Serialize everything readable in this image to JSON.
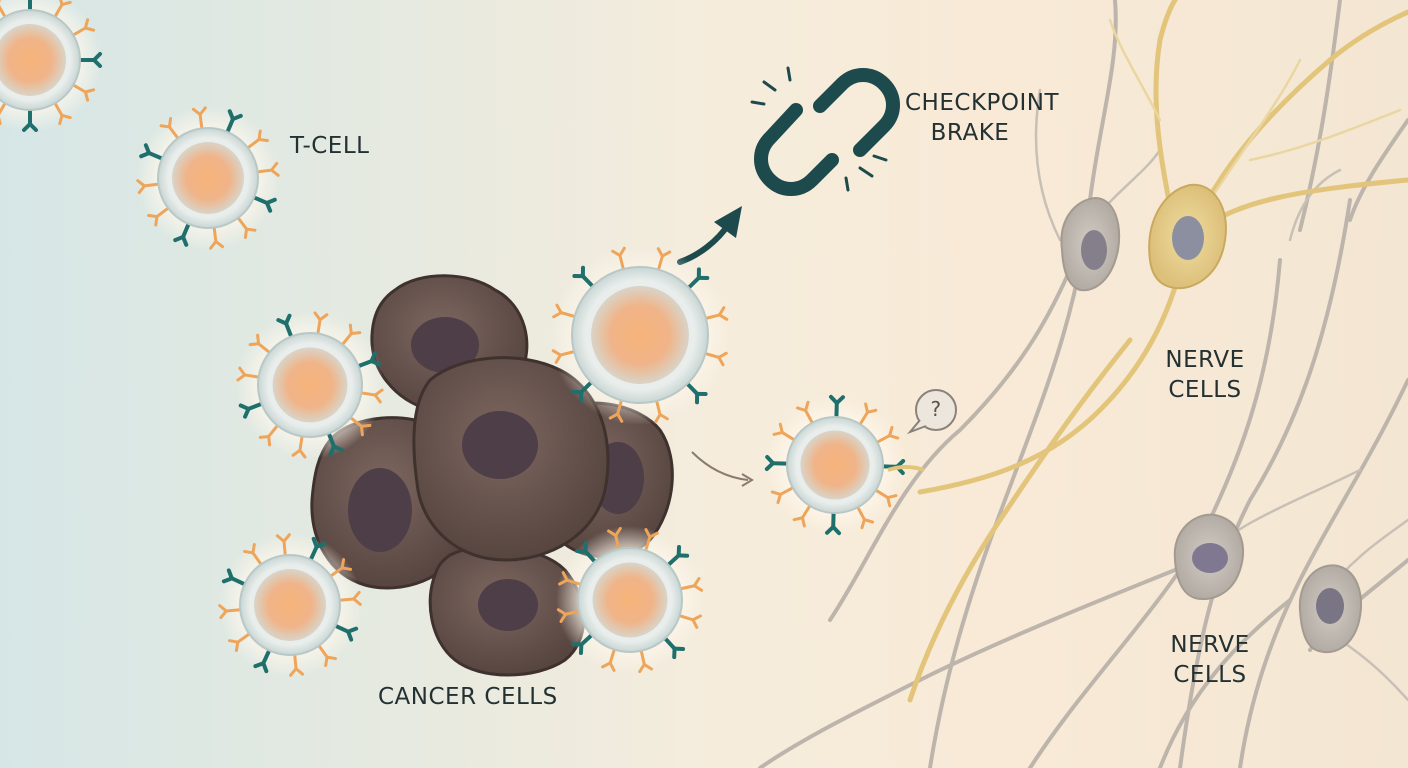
{
  "labels": {
    "t_cell": "T-CELL",
    "checkpoint_line1": "CHECKPOINT",
    "checkpoint_line2": "BRAKE",
    "nerve_upper_line1": "NERVE",
    "nerve_upper_line2": "CELLS",
    "nerve_lower_line1": "NERVE",
    "nerve_lower_line2": "CELLS",
    "cancer_cells": "CANCER CELLS",
    "question_mark": "?"
  },
  "icons": [
    "broken-chain-icon",
    "curved-arrow-icon",
    "speech-bubble-icon"
  ],
  "colors": {
    "background_left": "#d6e6e6",
    "background_right": "#f8ead6",
    "t_cell_core": "#f2a46a",
    "t_cell_membrane": "#e6ecec",
    "receptor_teal": "#1f6f6c",
    "receptor_orange": "#eea55a",
    "cancer_cell": "#6a5650",
    "cancer_nucleus": "#4e3e48",
    "chain": "#1d4a4c",
    "nerve_yellow": "#e4c87e",
    "nerve_grey": "#b9b2aa"
  }
}
